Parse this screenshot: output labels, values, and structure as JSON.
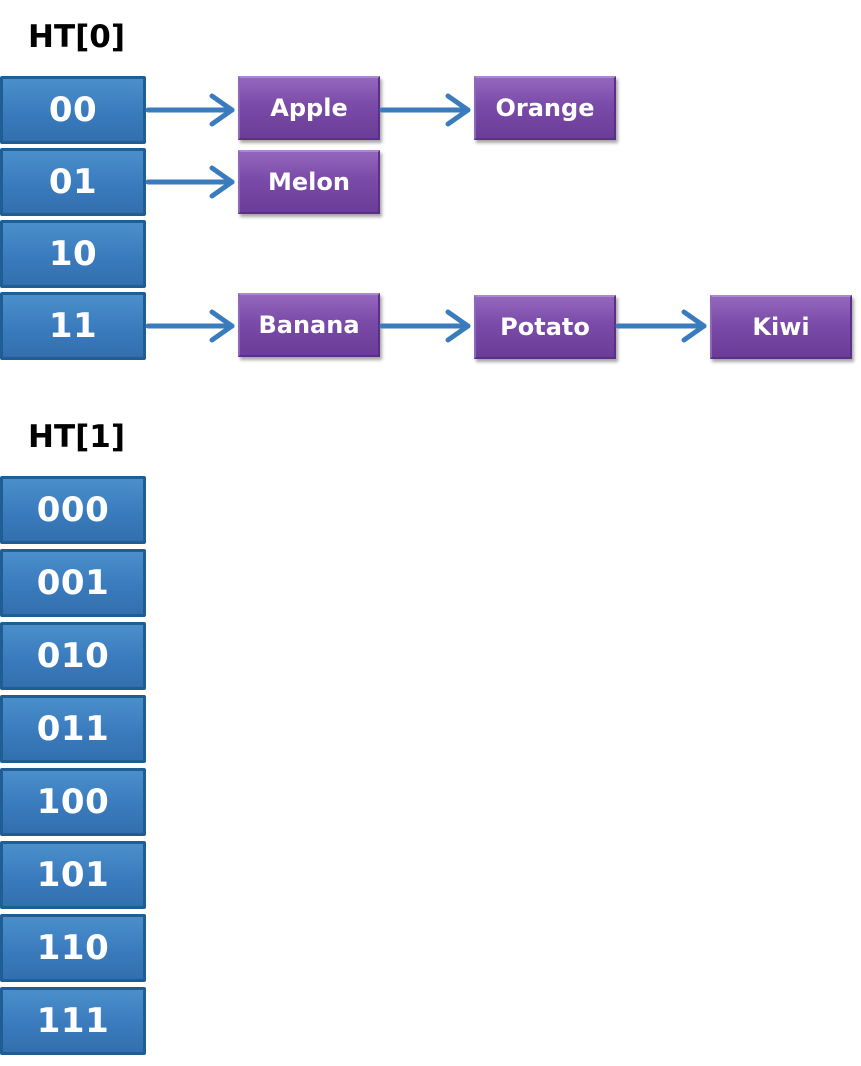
{
  "ht0": {
    "title": "HT[0]",
    "slots": [
      "00",
      "01",
      "10",
      "11"
    ]
  },
  "ht1": {
    "title": "HT[1]",
    "slots": [
      "000",
      "001",
      "010",
      "011",
      "100",
      "101",
      "110",
      "111"
    ]
  },
  "chains": {
    "c00": [
      "Apple",
      "Orange"
    ],
    "c01": [
      "Melon"
    ],
    "c11": [
      "Banana",
      "Potato",
      "Kiwi"
    ]
  },
  "colors": {
    "slot_fill": "#3a7bbd",
    "slot_border": "#1f5d93",
    "node_fill": "#7a4ba8",
    "node_border": "#5b2f86",
    "arrow": "#3a7bbd"
  }
}
